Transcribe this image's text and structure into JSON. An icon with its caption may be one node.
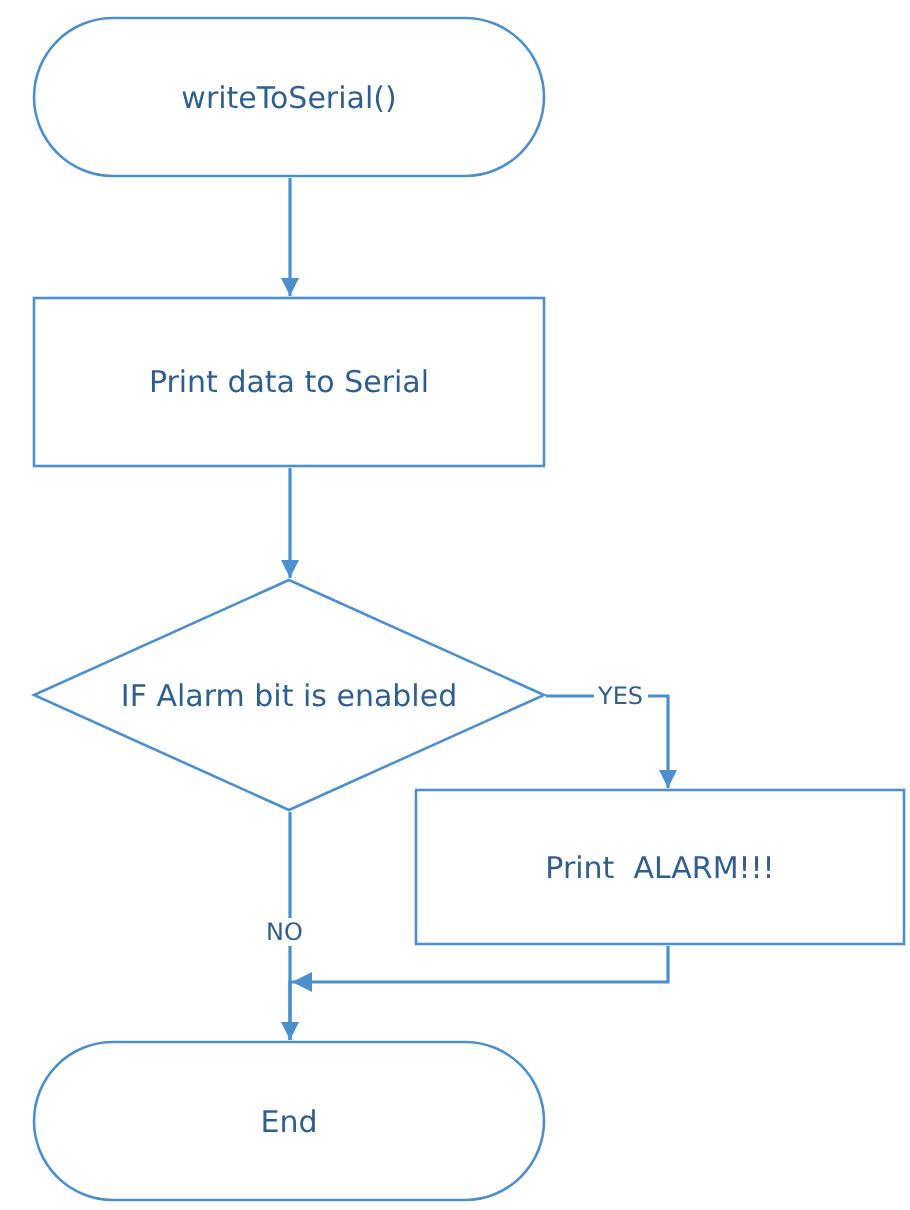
{
  "diagram": {
    "nodes": [
      {
        "text": [
          "writeToSerial()"
        ]
      },
      {
        "text": [
          "Print data to Serial"
        ]
      },
      {
        "text": [
          "IF Alarm bit is enabled"
        ]
      },
      {
        "text": [
          "Print  ALARM!!!"
        ]
      },
      {
        "text": [
          "End"
        ]
      }
    ],
    "edges": [
      {
        "from": 0,
        "to": 1,
        "arrow": "to"
      },
      {
        "from": 1,
        "to": 2,
        "arrow": "to"
      },
      {
        "from": 2,
        "to": 3,
        "arrow": "to",
        "label": "YES"
      },
      {
        "from": 2,
        "to": 4,
        "arrow": "to",
        "label": "NO"
      },
      {
        "from": 3,
        "to": 4,
        "arrow": "to"
      }
    ]
  }
}
